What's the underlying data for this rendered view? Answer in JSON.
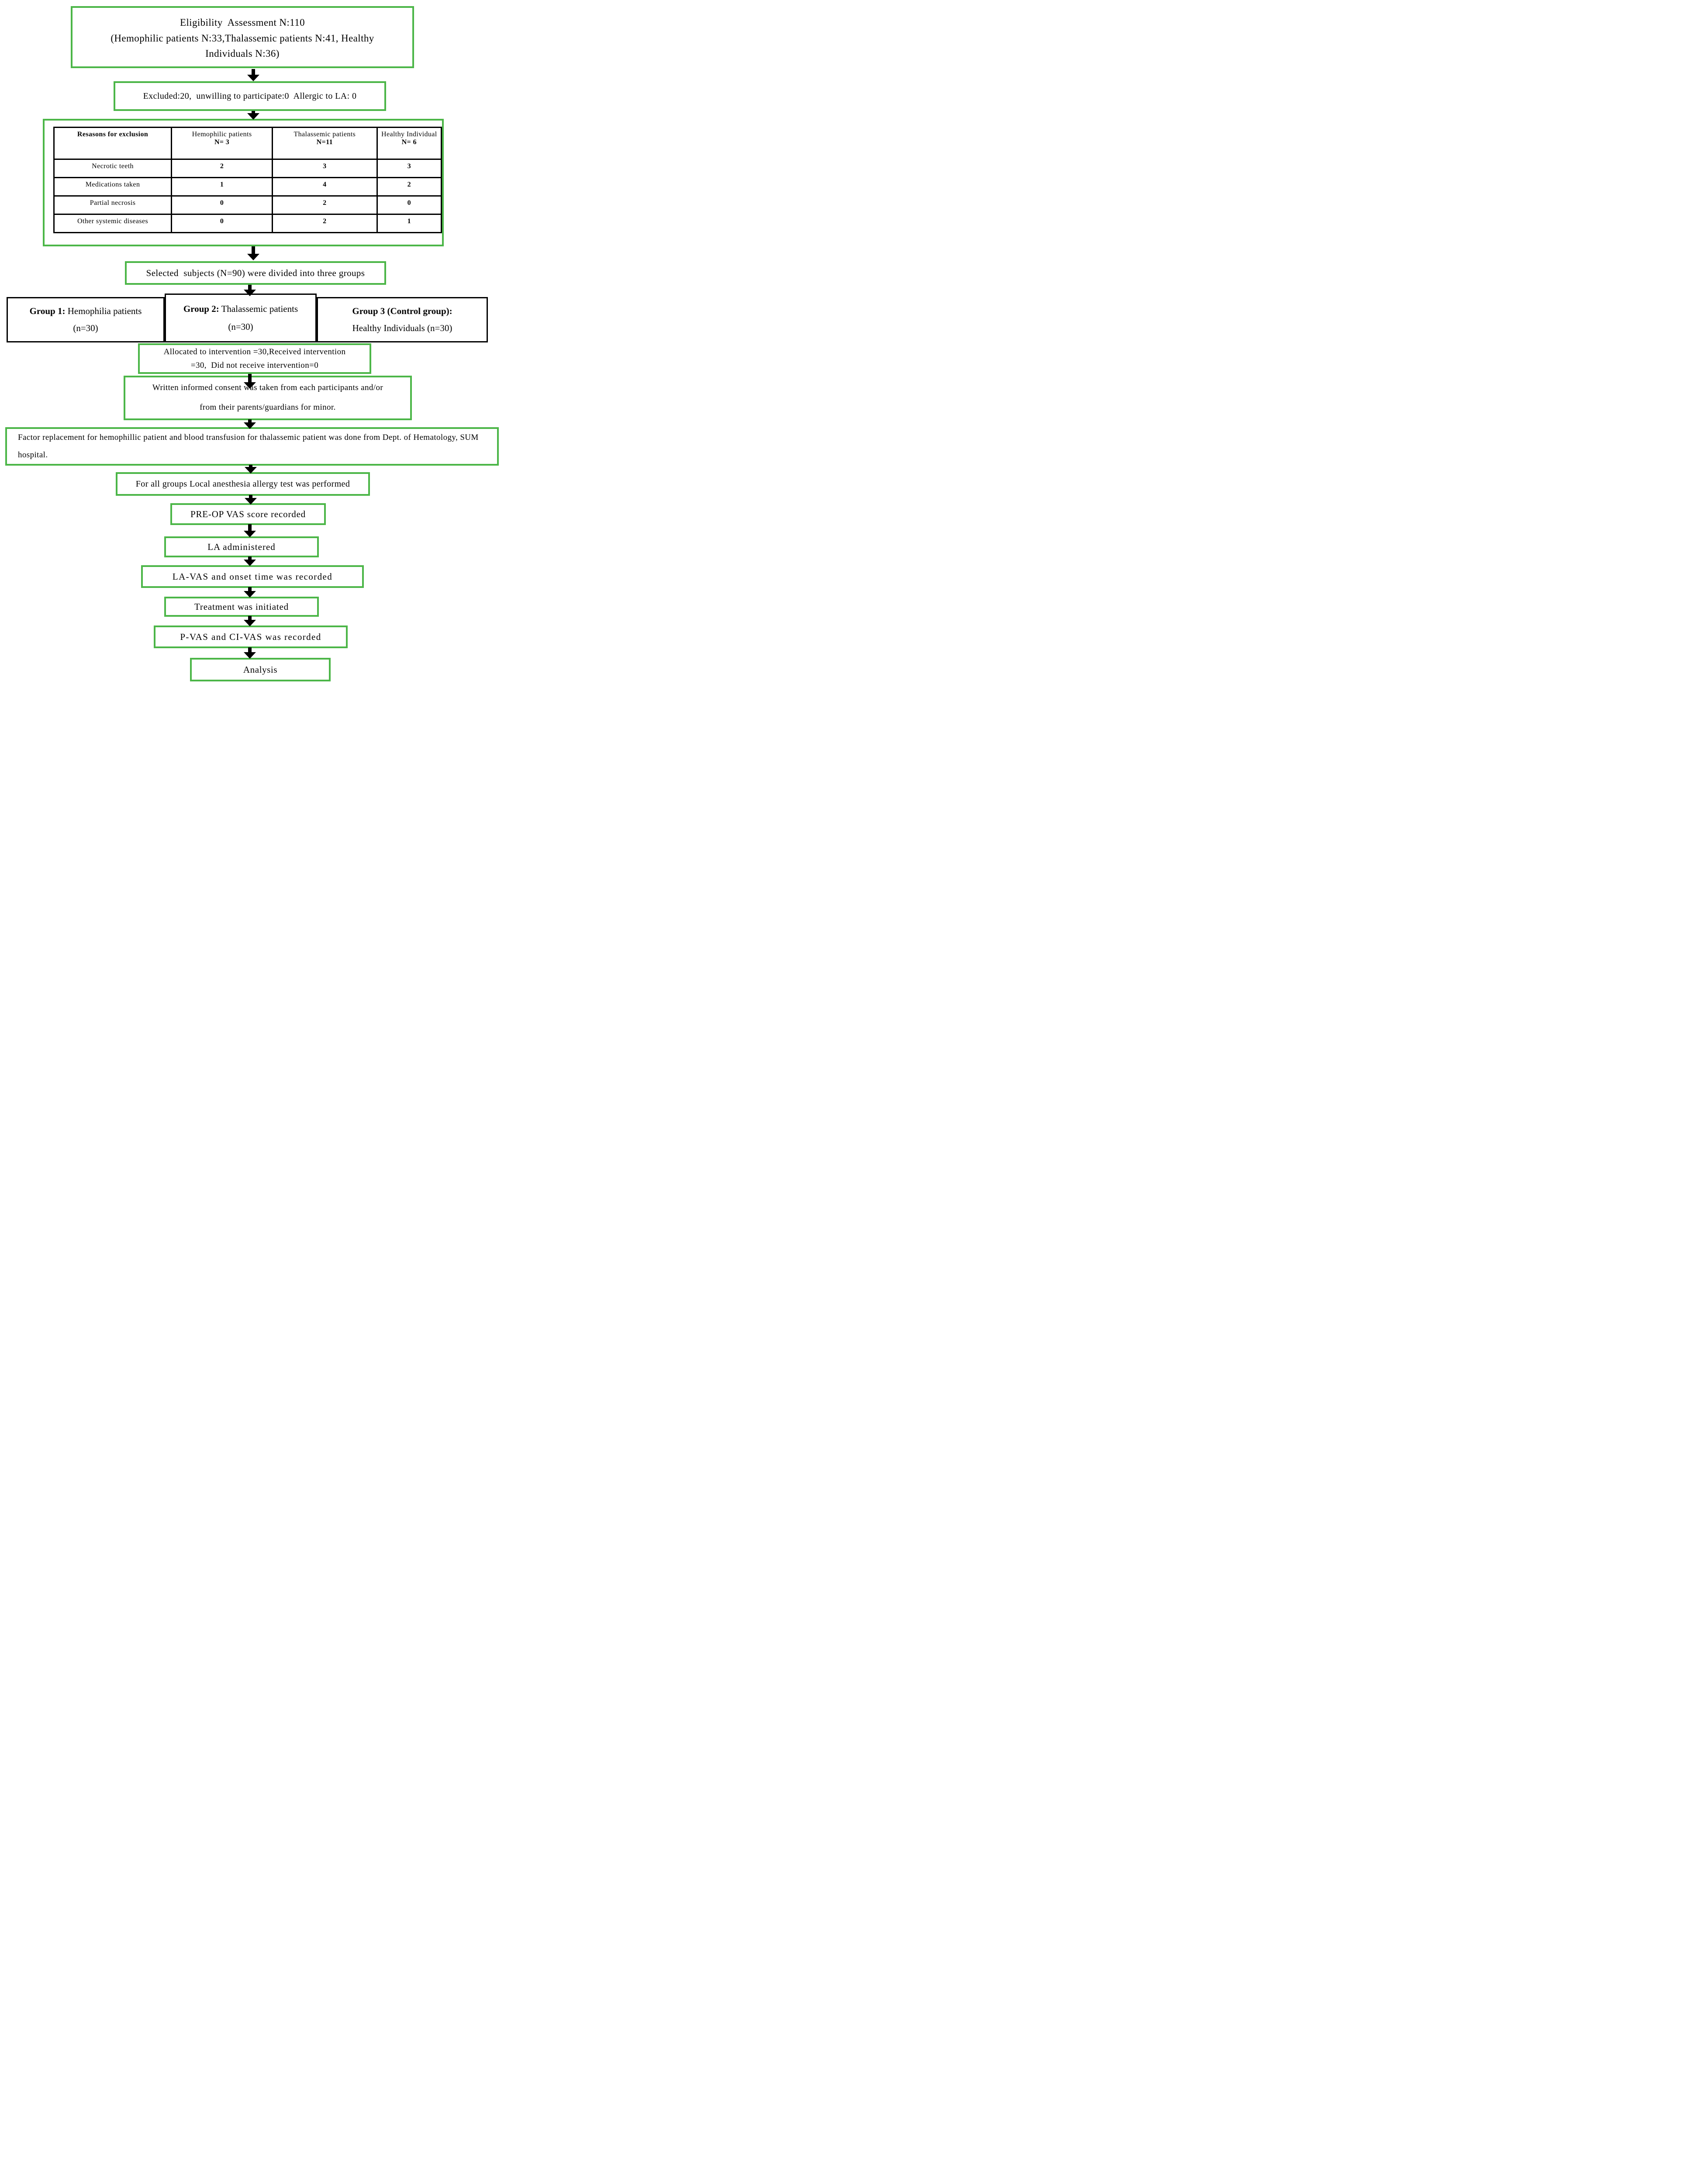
{
  "colors": {
    "green": "#4cb648",
    "black": "#000000"
  },
  "eligibility": {
    "line1": "Eligibility  Assessment N:110",
    "line2": "(Hemophilic patients N:33,Thalassemic patients N:41, Healthy",
    "line3": "Individuals N:36)"
  },
  "excluded": {
    "text": "Excluded:20,  unwilling to participate:0  Allergic to LA: 0"
  },
  "exclusion_table": {
    "col1_header": "Resasons for exclusion",
    "columns": [
      {
        "line1": "Hemophilic patients",
        "line2": "N= 3"
      },
      {
        "line1": "Thalassemic patients",
        "line2": "N=11"
      },
      {
        "line1": "Healthy Individual",
        "line2": "N= 6"
      }
    ],
    "rows": [
      {
        "label": "Necrotic teeth",
        "values": [
          "2",
          "3",
          "3"
        ]
      },
      {
        "label": "Medications taken",
        "values": [
          "1",
          "4",
          "2"
        ]
      },
      {
        "label": "Partial necrosis",
        "values": [
          "0",
          "2",
          "0"
        ]
      },
      {
        "label": "Other systemic diseases",
        "values": [
          "0",
          "2",
          "1"
        ]
      }
    ]
  },
  "selected": {
    "text": "Selected  subjects (N=90) were divided into three groups"
  },
  "groups": [
    {
      "bold": "Group 1:",
      "rest": " Hemophilia patients",
      "line2": "(n=30)"
    },
    {
      "bold": "Group 2:",
      "rest": " Thalassemic patients",
      "line2": "(n=30)"
    },
    {
      "bold": "Group 3 (Control group):",
      "rest": "",
      "line2": "Healthy Individuals (n=30)"
    }
  ],
  "allocated": {
    "line1": "Allocated to intervention =30,Received intervention",
    "line2": "=30,  Did not receive intervention=0"
  },
  "consent": {
    "line1": "Written informed consent was taken from each participants and/or",
    "line2": "from their parents/guardians for minor."
  },
  "factor": {
    "line1": "Factor replacement for hemophillic patient and blood transfusion for thalassemic patient was done from Dept. of Hematology, SUM",
    "line2": "hospital."
  },
  "forall": {
    "text": "For all groups Local anesthesia allergy test was performed"
  },
  "steps": {
    "preop": "PRE-OP VAS score recorded",
    "la_admin": "LA administered",
    "la_vas": "LA-VAS and onset time was recorded",
    "treatment": "Treatment was initiated",
    "p_vas": "P-VAS and CI-VAS was recorded",
    "analysis": "Analysis"
  }
}
